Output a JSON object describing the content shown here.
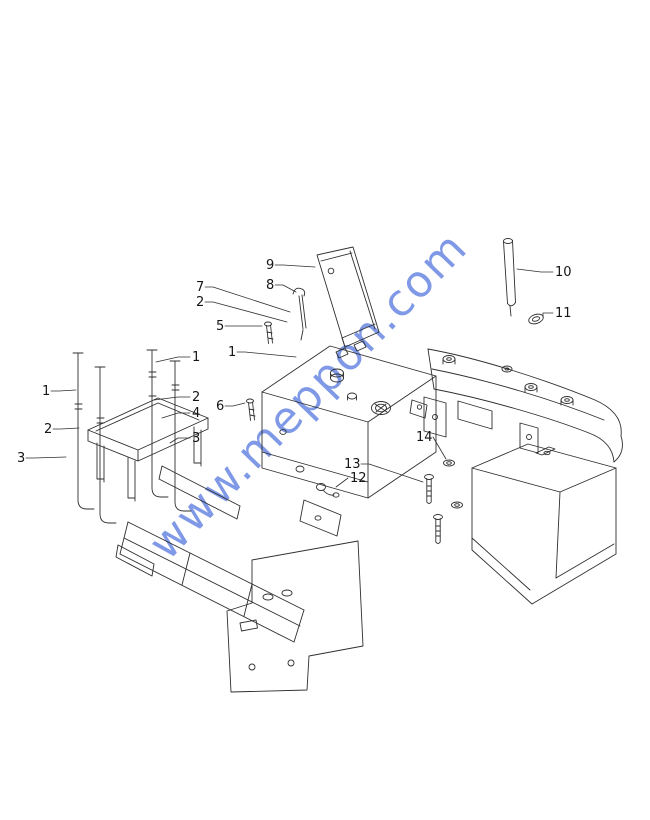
{
  "watermark": {
    "text": "www.meppon.com",
    "color": "#2b57d8",
    "opacity": 0.6
  },
  "diagram": {
    "stroke_color": "#2f2f2f"
  },
  "callouts": [
    {
      "label": "7"
    },
    {
      "label": "2"
    },
    {
      "label": "9"
    },
    {
      "label": "8"
    },
    {
      "label": "5"
    },
    {
      "label": "1"
    },
    {
      "label": "6"
    },
    {
      "label": "1"
    },
    {
      "label": "2"
    },
    {
      "label": "3"
    },
    {
      "label": "1"
    },
    {
      "label": "2"
    },
    {
      "label": "4"
    },
    {
      "label": "3"
    },
    {
      "label": "10"
    },
    {
      "label": "11"
    },
    {
      "label": "14"
    },
    {
      "label": "13"
    },
    {
      "label": "12"
    }
  ]
}
